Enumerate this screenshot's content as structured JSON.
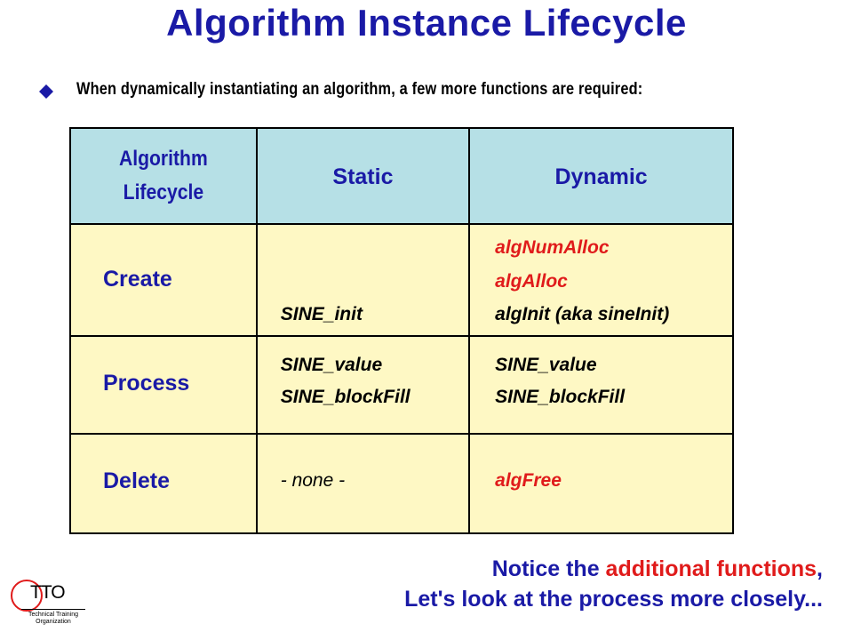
{
  "slide": {
    "title": "Algorithm Instance Lifecycle",
    "bullet": "When dynamically instantiating an algorithm, a few more functions are required:"
  },
  "table": {
    "headers": {
      "col1_line1": "Algorithm",
      "col1_line2": "Lifecycle",
      "col2": "Static",
      "col3": "Dynamic"
    },
    "rows": [
      {
        "label": "Create",
        "static": [
          "SINE_init"
        ],
        "dynamic": [
          "algNumAlloc",
          "algAlloc",
          "algInit  (aka sineInit)"
        ]
      },
      {
        "label": "Process",
        "static": [
          "SINE_value",
          "SINE_blockFill"
        ],
        "dynamic": [
          "SINE_value",
          "SINE_blockFill"
        ]
      },
      {
        "label": "Delete",
        "static": [
          "- none -"
        ],
        "dynamic": [
          "algFree"
        ]
      }
    ]
  },
  "note": {
    "line1_part1": "Notice the ",
    "line1_part2": "additional functions",
    "line1_part3": ",",
    "line2": "Let's look at the process more closely..."
  },
  "logo": {
    "text": "TTO",
    "subtitle_line1": "Technical Training",
    "subtitle_line2": "Organization"
  },
  "colors": {
    "title_blue": "#1a1aa6",
    "accent_red": "#e01b1b",
    "header_fill": "#b6e0e6",
    "body_fill": "#fef8c4"
  }
}
